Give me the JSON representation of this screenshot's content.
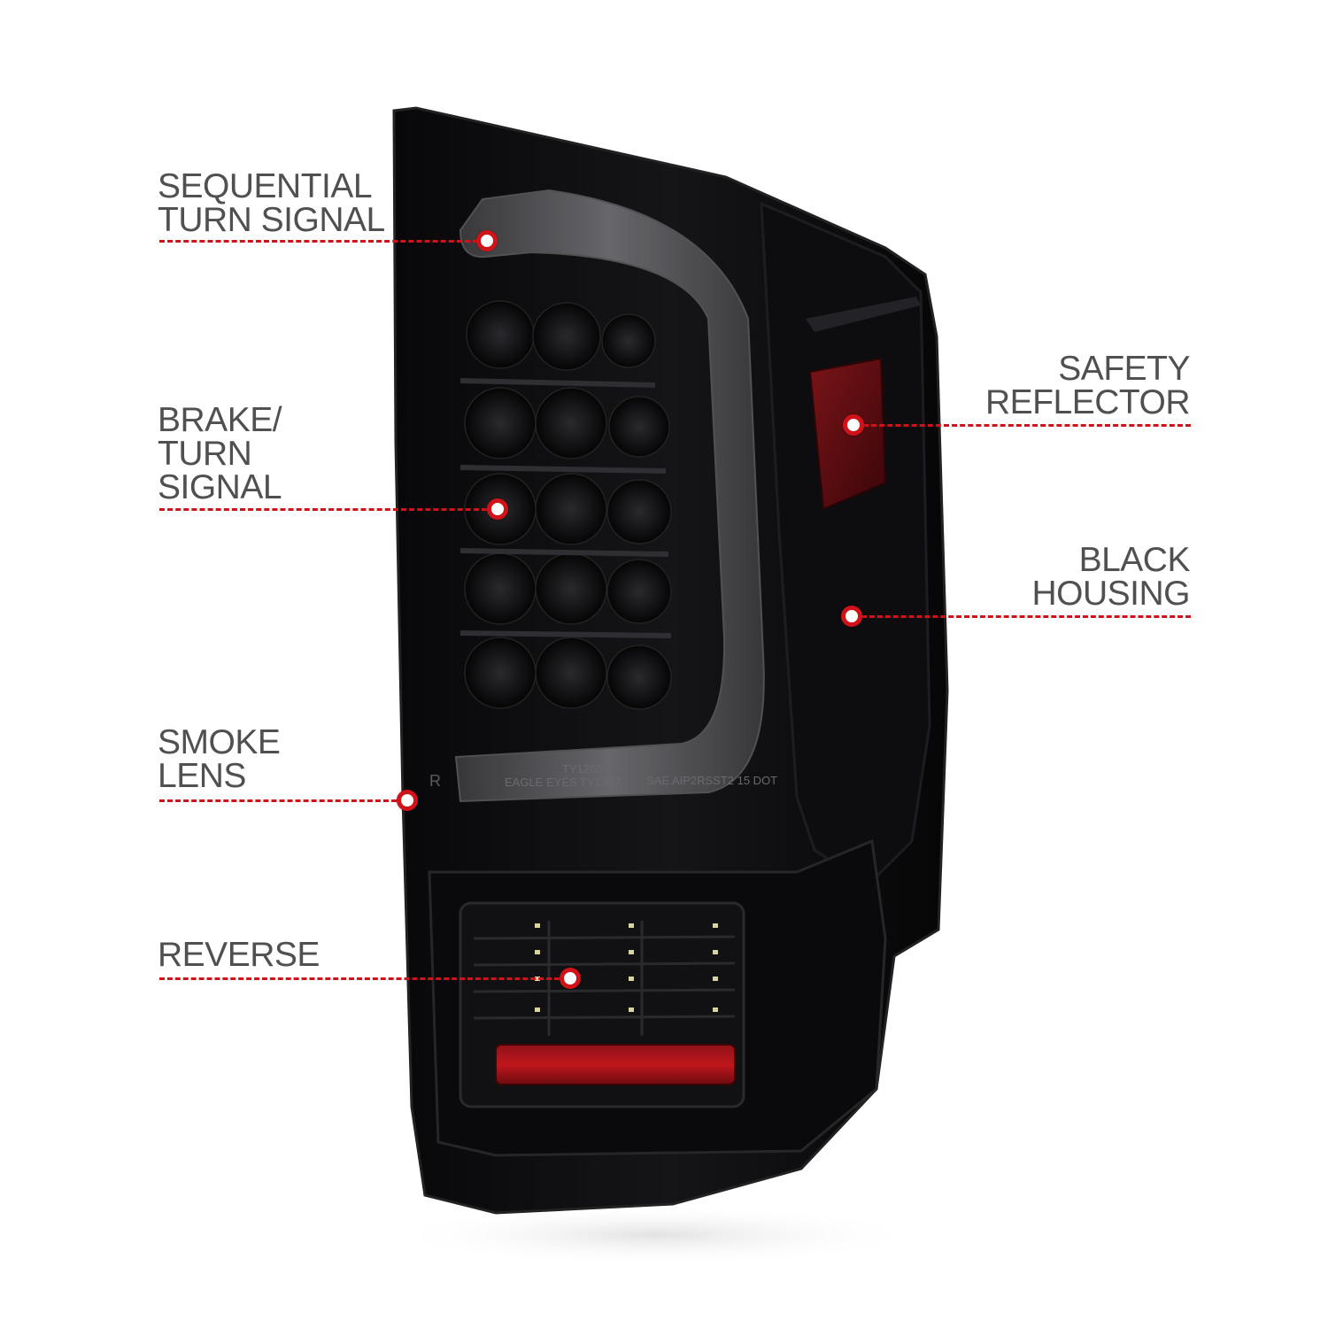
{
  "product": {
    "lens_markings": {
      "line1": "TY1260",
      "line2": "EAGLE EYES TY1307",
      "line3": "SAE AIP2RSST2 15 DOT",
      "mark_r": "R"
    }
  },
  "callouts": {
    "sequential_turn_signal": "SEQUENTIAL\nTURN SIGNAL",
    "brake_turn_signal": "BRAKE/\nTURN\nSIGNAL",
    "smoke_lens": "SMOKE\nLENS",
    "reverse": "REVERSE",
    "safety_reflector": "SAFETY\nREFLECTOR",
    "black_housing": "BLACK\nHOUSING"
  },
  "colors": {
    "accent_red": "#d01219",
    "label_gray": "#505050",
    "housing_black": "#0c0c0e"
  }
}
